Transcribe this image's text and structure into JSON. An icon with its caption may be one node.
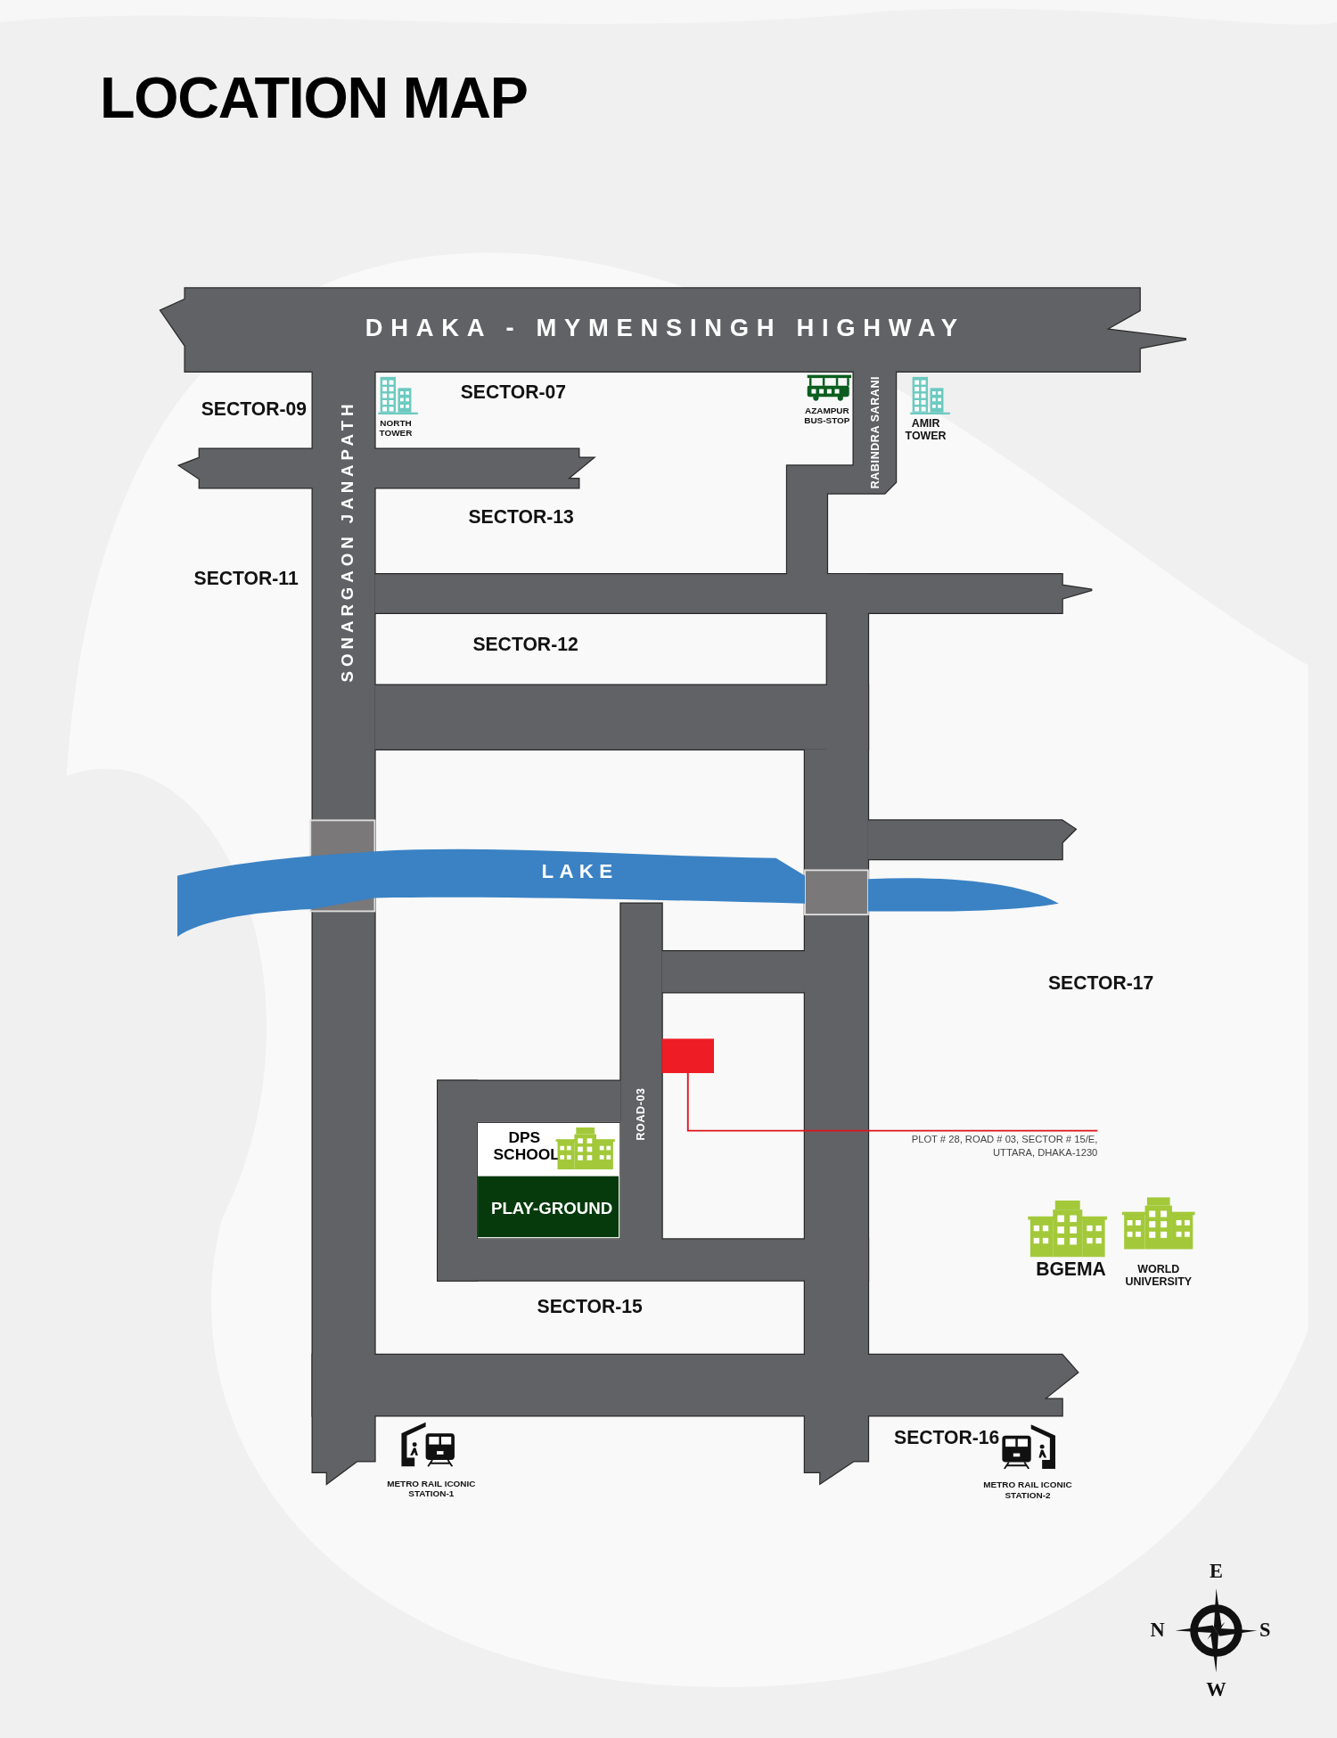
{
  "diagram": {
    "title": "LOCATION MAP",
    "nodes": [
      {
        "text": [],
        "shape": "box"
      },
      {
        "text": [
          "PLOT # 28, ROAD # 03, SECTOR # 15/E, UTTARA, DHAKA-1230"
        ]
      },
      {
        "text": [
          "DPS SCHOOL",
          "PLAY-GROUND"
        ]
      }
    ],
    "edges": [
      {
        "from": 1,
        "to": 0,
        "arrow": "none",
        "color": "#e0141e"
      }
    ],
    "labels": [
      "DHAKA - MYMENSINGH HIGHWAY",
      "SECTOR-09",
      "SECTOR-07",
      "NORTH TOWER",
      "AZAMPUR BUS-STOP",
      "RABINDRA SARANI",
      "AMIR TOWER",
      "SECTOR-13",
      "SECTOR-11",
      "SONARGAON JANAPATH",
      "SECTOR-12",
      "LAKE",
      "SECTOR-17",
      "ROAD-03",
      "BGEMA",
      "WORLD UNIVERSITY",
      "SECTOR-15",
      "SECTOR-16",
      "METRO RAIL ICONIC STATION-1",
      "METRO RAIL ICONIC STATION-2",
      "E",
      "N",
      "S",
      "W"
    ]
  }
}
